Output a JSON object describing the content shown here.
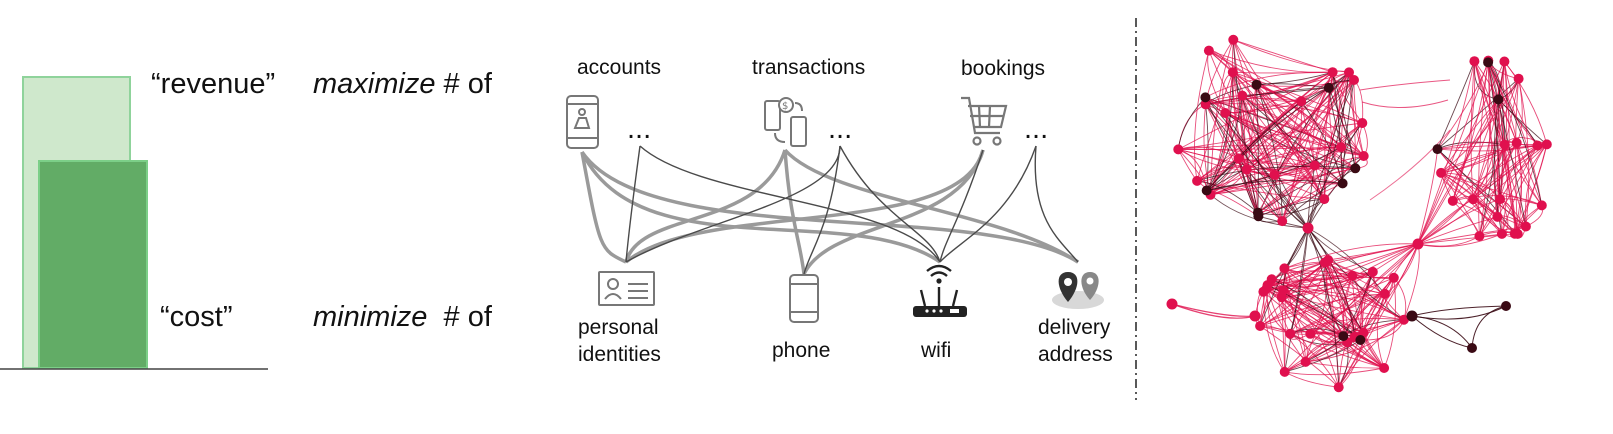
{
  "left_panel": {
    "revenue_label": "“revenue”",
    "cost_label": "“cost”",
    "revenue_goal_verb": "maximize",
    "revenue_goal_rest": " # of",
    "cost_goal_verb": "minimize",
    "cost_goal_rest": "  # of",
    "bars": {
      "revenue_color": "#cfe8cc",
      "revenue_stroke": "#8fd39b",
      "cost_color": "#62ac66",
      "cost_stroke": "#7ccf88"
    }
  },
  "middle_panel": {
    "top_nodes": [
      {
        "label": "accounts",
        "icon": "mobile-account-icon"
      },
      {
        "label": "transactions",
        "icon": "phone-transfer-icon"
      },
      {
        "label": "bookings",
        "icon": "shopping-cart-icon"
      }
    ],
    "ellipsis": "...",
    "bottom_nodes": [
      {
        "label_line1": "personal",
        "label_line2": "identities",
        "icon": "id-card-icon"
      },
      {
        "label_line1": "phone",
        "label_line2": "",
        "icon": "phone-icon"
      },
      {
        "label_line1": "wifi",
        "label_line2": "",
        "icon": "wifi-router-icon"
      },
      {
        "label_line1": "delivery",
        "label_line2": "address",
        "icon": "map-pin-icon"
      }
    ]
  },
  "right_panel": {
    "graph_color": "#e0104e",
    "dark_node_color": "#3a0a14"
  }
}
